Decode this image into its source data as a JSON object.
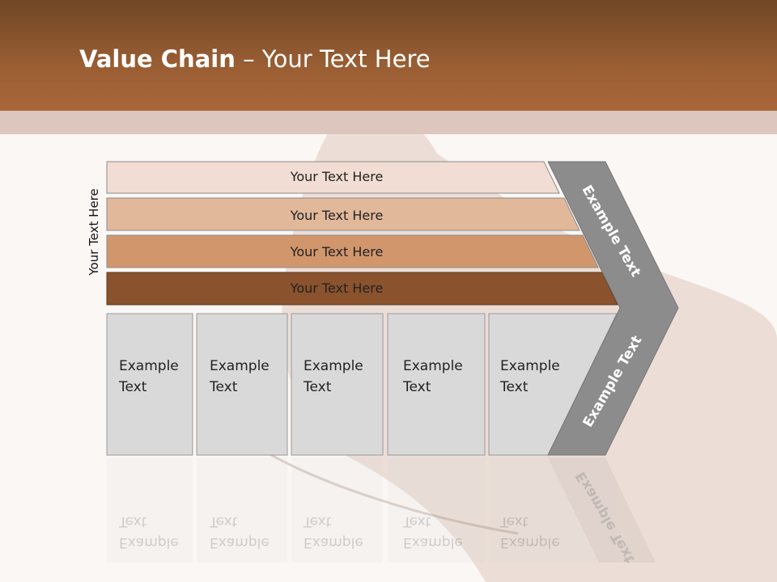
{
  "slide": {
    "title_bold": "Value Chain",
    "title_rest": " – Your Text Here",
    "side_label": "Your Text Here"
  },
  "rows": [
    {
      "label": "Your Text Here",
      "color": "#f1ddd3"
    },
    {
      "label": "Your Text Here",
      "color": "#e2b89b"
    },
    {
      "label": "Your Text Here",
      "color": "#d2966c"
    },
    {
      "label": "Your Text Here",
      "color": "#8a522d"
    }
  ],
  "cells": [
    {
      "line1": "Example",
      "line2": "Text"
    },
    {
      "line1": "Example",
      "line2": "Text"
    },
    {
      "line1": "Example",
      "line2": "Text"
    },
    {
      "line1": "Example",
      "line2": "Text"
    },
    {
      "line1": "Example",
      "line2": "Text"
    }
  ],
  "chevron": {
    "top_label": "Example Text",
    "bottom_label": "Example Text",
    "color": "#8c8c8c"
  },
  "colors": {
    "header": "#9a5e33",
    "cell_fill": "#d9d9d9"
  }
}
